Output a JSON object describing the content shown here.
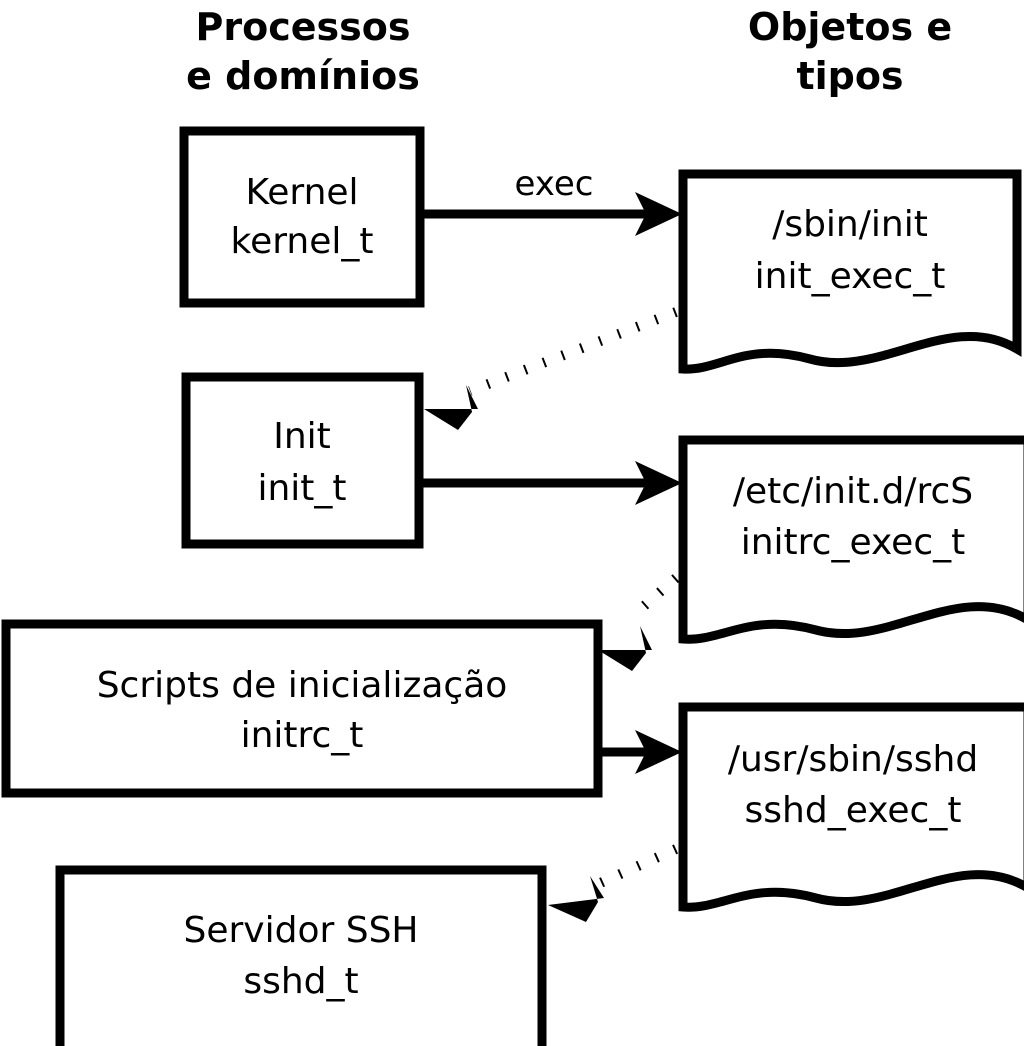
{
  "diagram": {
    "title_columns": [
      {
        "id": "processes",
        "label_line1": "Processos",
        "label_line2": "e domínios"
      },
      {
        "id": "objects",
        "label_line1": "Objetos e",
        "label_line2": "tipos"
      }
    ],
    "process_nodes": [
      {
        "id": "kernel",
        "name": "Kernel",
        "type": "kernel_t"
      },
      {
        "id": "init",
        "name": "Init",
        "type": "init_t"
      },
      {
        "id": "initrc",
        "name": "Scripts de inicialização",
        "type": "initrc_t"
      },
      {
        "id": "sshd",
        "name": "Servidor SSH",
        "type": "sshd_t"
      }
    ],
    "object_nodes": [
      {
        "id": "init_exec",
        "path": "/sbin/init",
        "type": "init_exec_t"
      },
      {
        "id": "initrc_exec",
        "path": "/etc/init.d/rcS",
        "type": "initrc_exec_t"
      },
      {
        "id": "sshd_exec",
        "path": "/usr/sbin/sshd",
        "type": "sshd_exec_t"
      }
    ],
    "edges": [
      {
        "id": "kernel-exec-init",
        "from": "kernel",
        "to": "init_exec",
        "style": "solid",
        "label": "exec"
      },
      {
        "id": "init_exec-transition-init",
        "from": "init_exec",
        "to": "init",
        "style": "dotted",
        "label": ""
      },
      {
        "id": "init-exec-initrc",
        "from": "init",
        "to": "initrc_exec",
        "style": "solid",
        "label": ""
      },
      {
        "id": "initrc_exec-transition-initrc",
        "from": "initrc_exec",
        "to": "initrc",
        "style": "dotted",
        "label": ""
      },
      {
        "id": "initrc-exec-sshd",
        "from": "initrc",
        "to": "sshd_exec",
        "style": "solid",
        "label": ""
      },
      {
        "id": "sshd_exec-transition-sshd",
        "from": "sshd_exec",
        "to": "sshd",
        "style": "dotted",
        "label": ""
      }
    ],
    "colors": {
      "stroke": "#000000",
      "fill": "#ffffff",
      "background": "#ffffff"
    }
  }
}
